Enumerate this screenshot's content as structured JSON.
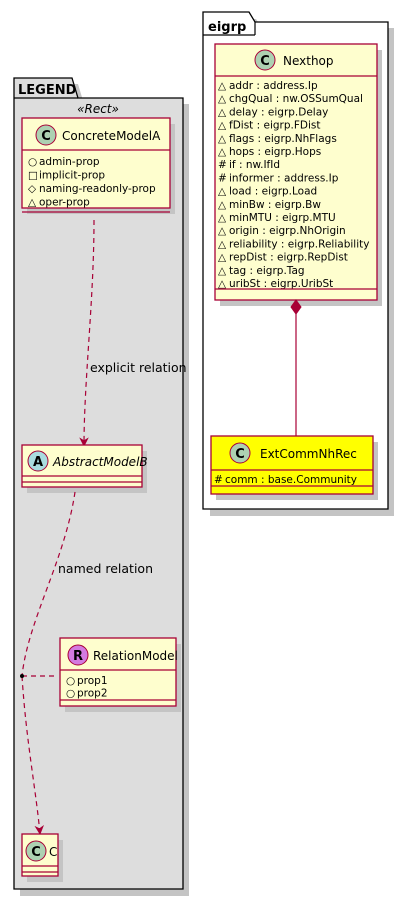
{
  "packages": {
    "eigrp": {
      "title": "eigrp"
    },
    "legend": {
      "title": "LEGEND",
      "stereotype": "«Rect»"
    }
  },
  "classes": {
    "nexthop": {
      "kind": "C",
      "name": "Nexthop",
      "members": [
        {
          "vis": "△",
          "text": "addr : address.Ip"
        },
        {
          "vis": "△",
          "text": "chgQual : nw.OSSumQual"
        },
        {
          "vis": "△",
          "text": "delay : eigrp.Delay"
        },
        {
          "vis": "△",
          "text": "fDist : eigrp.FDist"
        },
        {
          "vis": "△",
          "text": "flags : eigrp.NhFlags"
        },
        {
          "vis": "△",
          "text": "hops : eigrp.Hops"
        },
        {
          "vis": "#",
          "text": "if : nw.IfId"
        },
        {
          "vis": "#",
          "text": "informer : address.Ip"
        },
        {
          "vis": "△",
          "text": "load : eigrp.Load"
        },
        {
          "vis": "△",
          "text": "minBw : eigrp.Bw"
        },
        {
          "vis": "△",
          "text": "minMTU : eigrp.MTU"
        },
        {
          "vis": "△",
          "text": "origin : eigrp.NhOrigin"
        },
        {
          "vis": "△",
          "text": "reliability : eigrp.Reliability"
        },
        {
          "vis": "△",
          "text": "repDist : eigrp.RepDist"
        },
        {
          "vis": "△",
          "text": "tag : eigrp.Tag"
        },
        {
          "vis": "△",
          "text": "uribSt : eigrp.UribSt"
        }
      ]
    },
    "extcomm": {
      "kind": "C",
      "name": "ExtCommNhRec",
      "members": [
        {
          "vis": "#",
          "text": "comm : base.Community"
        }
      ]
    },
    "concreteA": {
      "kind": "C",
      "name": "ConcreteModelA",
      "members": [
        {
          "vis": "○",
          "text": "admin-prop"
        },
        {
          "vis": "□",
          "text": "implicit-prop"
        },
        {
          "vis": "◇",
          "text": "naming-readonly-prop"
        },
        {
          "vis": "△",
          "text": "oper-prop"
        }
      ]
    },
    "abstractB": {
      "kind": "A",
      "name": "AbstractModelB",
      "members": []
    },
    "relationModel": {
      "kind": "R",
      "name": "RelationModel",
      "members": [
        {
          "vis": "○",
          "text": "prop1"
        },
        {
          "vis": "○",
          "text": "prop2"
        }
      ]
    },
    "c": {
      "kind": "C",
      "name": "C",
      "members": []
    }
  },
  "edges": {
    "explicit": {
      "label": "explicit relation"
    },
    "named": {
      "label": "named relation"
    }
  },
  "colors": {
    "class_fill": "#fefece",
    "class_border": "#a80036",
    "highlight_fill": "#ffff00",
    "circle_C": "#add1b2",
    "circle_A": "#a9dcdf",
    "circle_R": "#d37be0",
    "legend_fill": "#dddddd",
    "package_fill": "#ffffff",
    "shadow": "#c4c4c4"
  }
}
